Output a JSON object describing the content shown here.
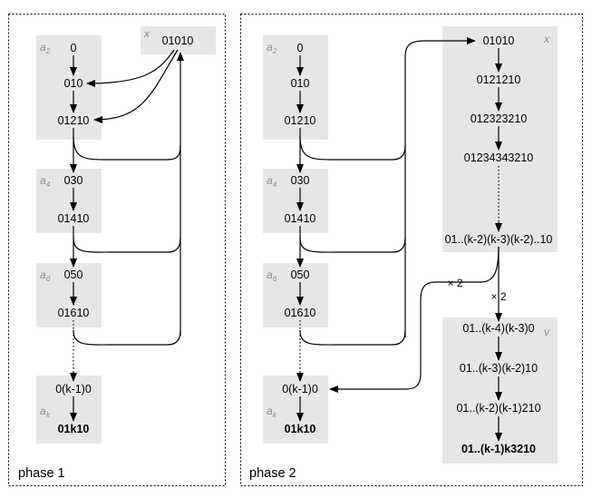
{
  "phase1": {
    "title": "phase 1",
    "group_a2": {
      "label_main": "a",
      "label_sub": "2",
      "nodes": [
        "0",
        "010",
        "01210"
      ]
    },
    "group_a4": {
      "label_main": "a",
      "label_sub": "4",
      "nodes": [
        "030",
        "01410"
      ]
    },
    "group_a6": {
      "label_main": "a",
      "label_sub": "6",
      "nodes": [
        "050",
        "01610"
      ]
    },
    "group_ak": {
      "label_main": "a",
      "label_sub": "k",
      "nodes": [
        "0(k-1)0",
        "01k10"
      ]
    },
    "group_x": {
      "label": "x",
      "node": "01010"
    }
  },
  "phase2": {
    "title": "phase 2",
    "group_a2": {
      "label_main": "a",
      "label_sub": "2",
      "nodes": [
        "0",
        "010",
        "01210"
      ]
    },
    "group_a4": {
      "label_main": "a",
      "label_sub": "4",
      "nodes": [
        "030",
        "01410"
      ]
    },
    "group_a6": {
      "label_main": "a",
      "label_sub": "6",
      "nodes": [
        "050",
        "01610"
      ]
    },
    "group_ak": {
      "label_main": "a",
      "label_sub": "k",
      "nodes": [
        "0(k-1)0",
        "01k10"
      ]
    },
    "group_x": {
      "label": "x",
      "nodes": [
        "01010",
        "0121210",
        "012323210",
        "01234343210",
        "01..(k-2)(k-3)(k-2)..10"
      ]
    },
    "group_v": {
      "label": "v",
      "nodes": [
        "01..(k-4)(k-3)0",
        "01..(k-3)(k-2)10",
        "01..(k-2)(k-1)210",
        "01..(k-1)k3210"
      ]
    },
    "mult_left": "× 2",
    "mult_down": "× 2"
  }
}
